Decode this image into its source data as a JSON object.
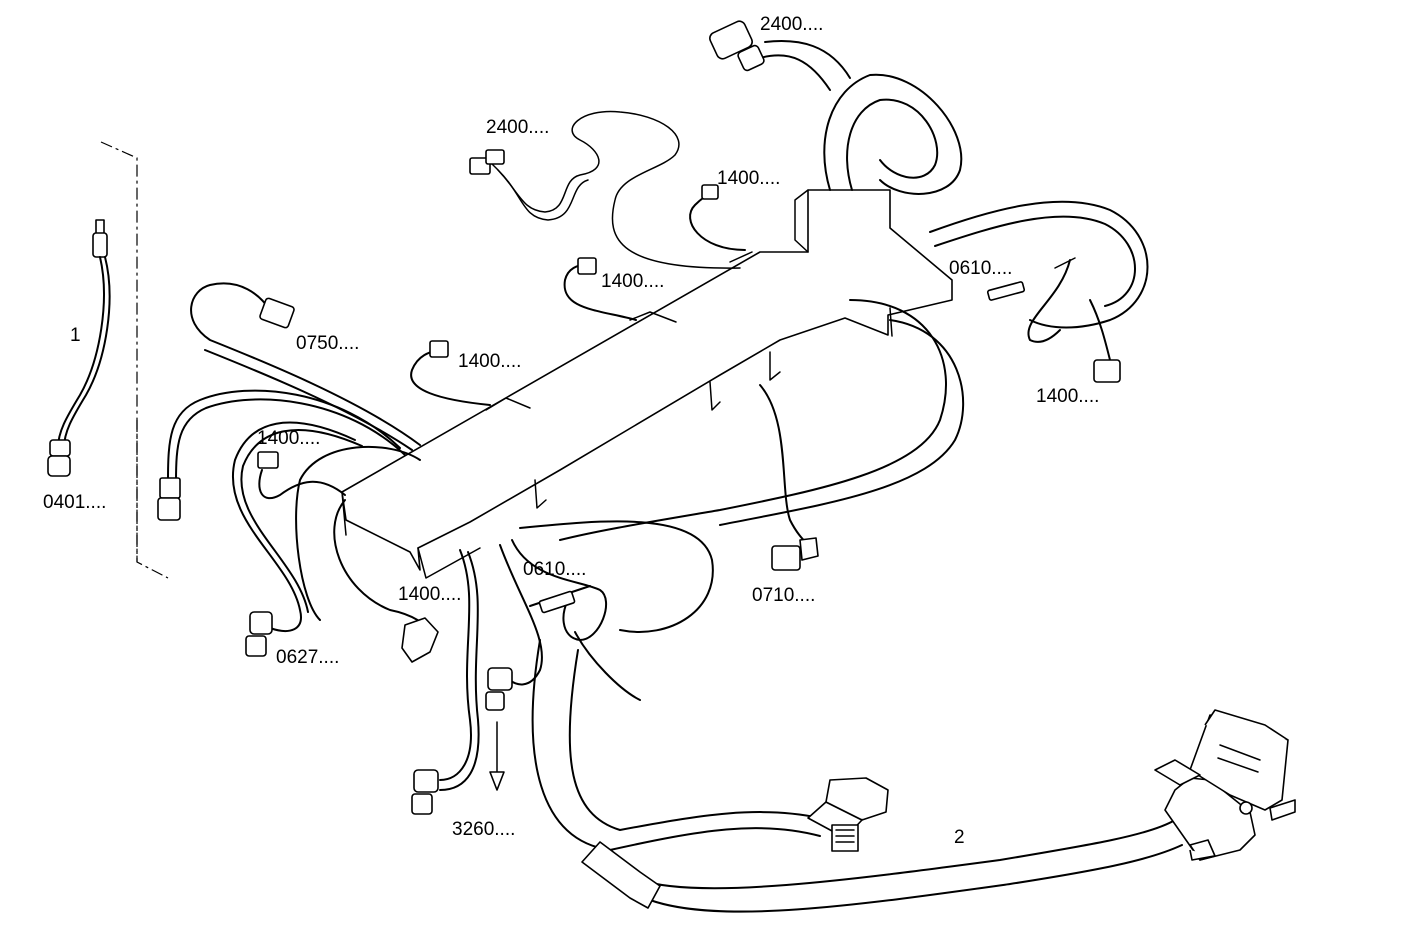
{
  "labels": {
    "item_1": "1",
    "item_2": "2",
    "p0401": "0401....",
    "p0750": "0750....",
    "p2400_top": "2400....",
    "p2400_left": "2400....",
    "p1400_a": "1400....",
    "p1400_b": "1400....",
    "p1400_c": "1400....",
    "p1400_d": "1400....",
    "p1400_e": "1400....",
    "p1400_f": "1400....",
    "p0610_right": "0610....",
    "p0610_mid": "0610....",
    "p0710": "0710....",
    "p0627": "0627....",
    "p3260": "3260...."
  }
}
